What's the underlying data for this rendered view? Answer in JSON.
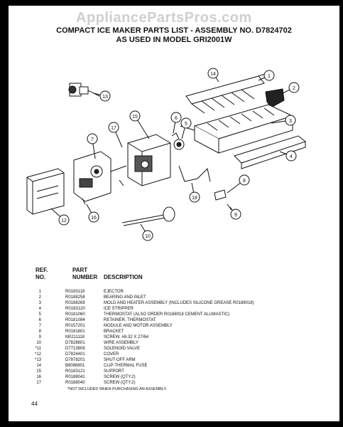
{
  "watermark": "AppliancePartsPros.com",
  "header": {
    "list_title": "COMPACT ICE MAKER PARTS LIST - ASSEMBLY NO. D7824702",
    "model_line": "AS USED IN MODEL GRI2001W"
  },
  "diagram": {
    "callouts": [
      "1",
      "2",
      "3",
      "4",
      "5",
      "6",
      "7",
      "8",
      "9",
      "10",
      "12",
      "13",
      "14",
      "15",
      "16",
      "17",
      "18"
    ]
  },
  "table": {
    "headers": [
      "REF.",
      "NO.",
      "PART",
      "NUMBER",
      "DESCRIPTION"
    ],
    "rows": [
      {
        "ref": "1",
        "part": "R0183119",
        "desc": "EJECTOR"
      },
      {
        "ref": "2",
        "part": "R0188258",
        "desc": "BEARING AND INLET"
      },
      {
        "ref": "3",
        "part": "R0188269",
        "desc": "MOLD AND HEATER ASSEMBLY (INCLUDES SILICONE GREASE R0188018)"
      },
      {
        "ref": "4",
        "part": "R0183120",
        "desc": "ICE STRIPPER"
      },
      {
        "ref": "5",
        "part": "R0181060",
        "desc": "THERMOSTAT (ALSO ORDER R0188018 CEMENT ALUMASTIC)"
      },
      {
        "ref": "6",
        "part": "R0181084",
        "desc": "RETAINER, THERMOSTAT"
      },
      {
        "ref": "7",
        "part": "R0157201",
        "desc": "MODULE AND MOTOR ASSEMBLY"
      },
      {
        "ref": "8",
        "part": "R0181801",
        "desc": "BRACKET"
      },
      {
        "ref": "9",
        "part": "M0211118",
        "desc": "SCREW, #8-32 X 27/64"
      },
      {
        "ref": "10",
        "part": "D7828801",
        "desc": "WIRE ASSEMBLY"
      },
      {
        "ref": "*11",
        "part": "D7713808",
        "desc": "SOLENOID VALVE"
      },
      {
        "ref": "*12",
        "part": "D7824401",
        "desc": "COVER"
      },
      {
        "ref": "*13",
        "part": "D7878201",
        "desc": "SHUT-OFF ARM"
      },
      {
        "ref": "14",
        "part": "B8088801",
        "desc": "CLIP-THERMAL FUSE"
      },
      {
        "ref": "15",
        "part": "R0183121",
        "desc": "SUPPORT"
      },
      {
        "ref": "16",
        "part": "R0188041",
        "desc": "SCREW (QTY.2)"
      },
      {
        "ref": "17",
        "part": "R0188040",
        "desc": "SCREW (QTY.2)"
      }
    ]
  },
  "footnote": "*NOT INCLUDED WHEN PURCHASING AN ASSEMBLY.",
  "page_number": "44"
}
